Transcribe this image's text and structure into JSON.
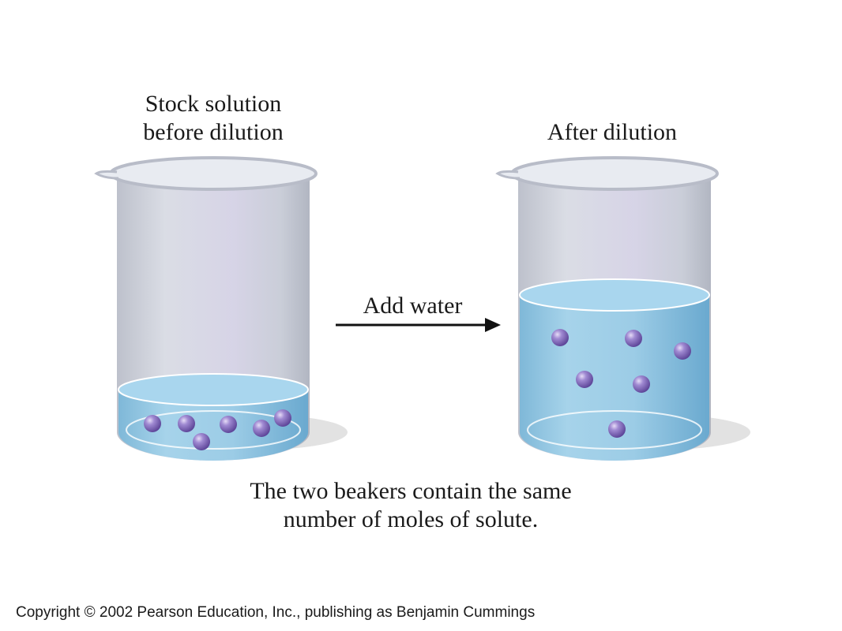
{
  "left_beaker": {
    "title_line1": "Stock solution",
    "title_line2": "before dilution"
  },
  "right_beaker": {
    "title": "After dilution"
  },
  "arrow": {
    "label": "Add water"
  },
  "caption": {
    "line1": "The two beakers contain the same",
    "line2": "number of moles of solute."
  },
  "copyright": "Copyright © 2002 Pearson Education, Inc., publishing as Benjamin Cummings",
  "colors": {
    "glass": "#c8cdd9",
    "liquid": "#8fc6e4",
    "solute_particle": "#8a70c0",
    "text": "#1a1a1a"
  }
}
